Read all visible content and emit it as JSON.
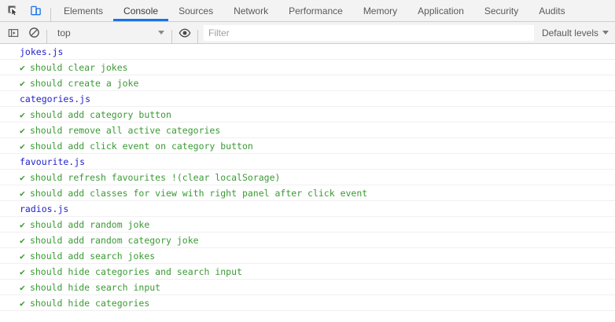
{
  "toolbar": {
    "inspect_icon": "inspect-element-icon",
    "device_icon": "device-toolbar-icon",
    "tabs": [
      {
        "label": "Elements",
        "selected": false
      },
      {
        "label": "Console",
        "selected": true
      },
      {
        "label": "Sources",
        "selected": false
      },
      {
        "label": "Network",
        "selected": false
      },
      {
        "label": "Performance",
        "selected": false
      },
      {
        "label": "Memory",
        "selected": false
      },
      {
        "label": "Application",
        "selected": false
      },
      {
        "label": "Security",
        "selected": false
      },
      {
        "label": "Audits",
        "selected": false
      }
    ]
  },
  "filterbar": {
    "sidebar_icon": "console-sidebar-icon",
    "clear_icon": "clear-console-icon",
    "context": "top",
    "eye_icon": "eye-icon",
    "filter_value": "",
    "filter_placeholder": "Filter",
    "levels": "Default levels"
  },
  "console": {
    "accent": "#1a73e8",
    "suite_color": "#2222cc",
    "test_color": "#3a9a34",
    "tick": "✔",
    "messages": [
      {
        "type": "suite",
        "text": "jokes.js"
      },
      {
        "type": "test",
        "text": "should clear jokes"
      },
      {
        "type": "test",
        "text": "should create a joke"
      },
      {
        "type": "suite",
        "text": "categories.js"
      },
      {
        "type": "test",
        "text": "should add category button"
      },
      {
        "type": "test",
        "text": "should remove all active categories"
      },
      {
        "type": "test",
        "text": "should add click event on category button"
      },
      {
        "type": "suite",
        "text": "favourite.js"
      },
      {
        "type": "test",
        "text": "should refresh favourites !(clear localSorage)"
      },
      {
        "type": "test",
        "text": "should add classes for view with right panel after click event"
      },
      {
        "type": "suite",
        "text": "radios.js"
      },
      {
        "type": "test",
        "text": "should add random joke"
      },
      {
        "type": "test",
        "text": "should add random category joke"
      },
      {
        "type": "test",
        "text": "should add search jokes"
      },
      {
        "type": "test",
        "text": "should hide categories and search input"
      },
      {
        "type": "test",
        "text": "should hide search input"
      },
      {
        "type": "test",
        "text": "should hide categories"
      }
    ]
  }
}
